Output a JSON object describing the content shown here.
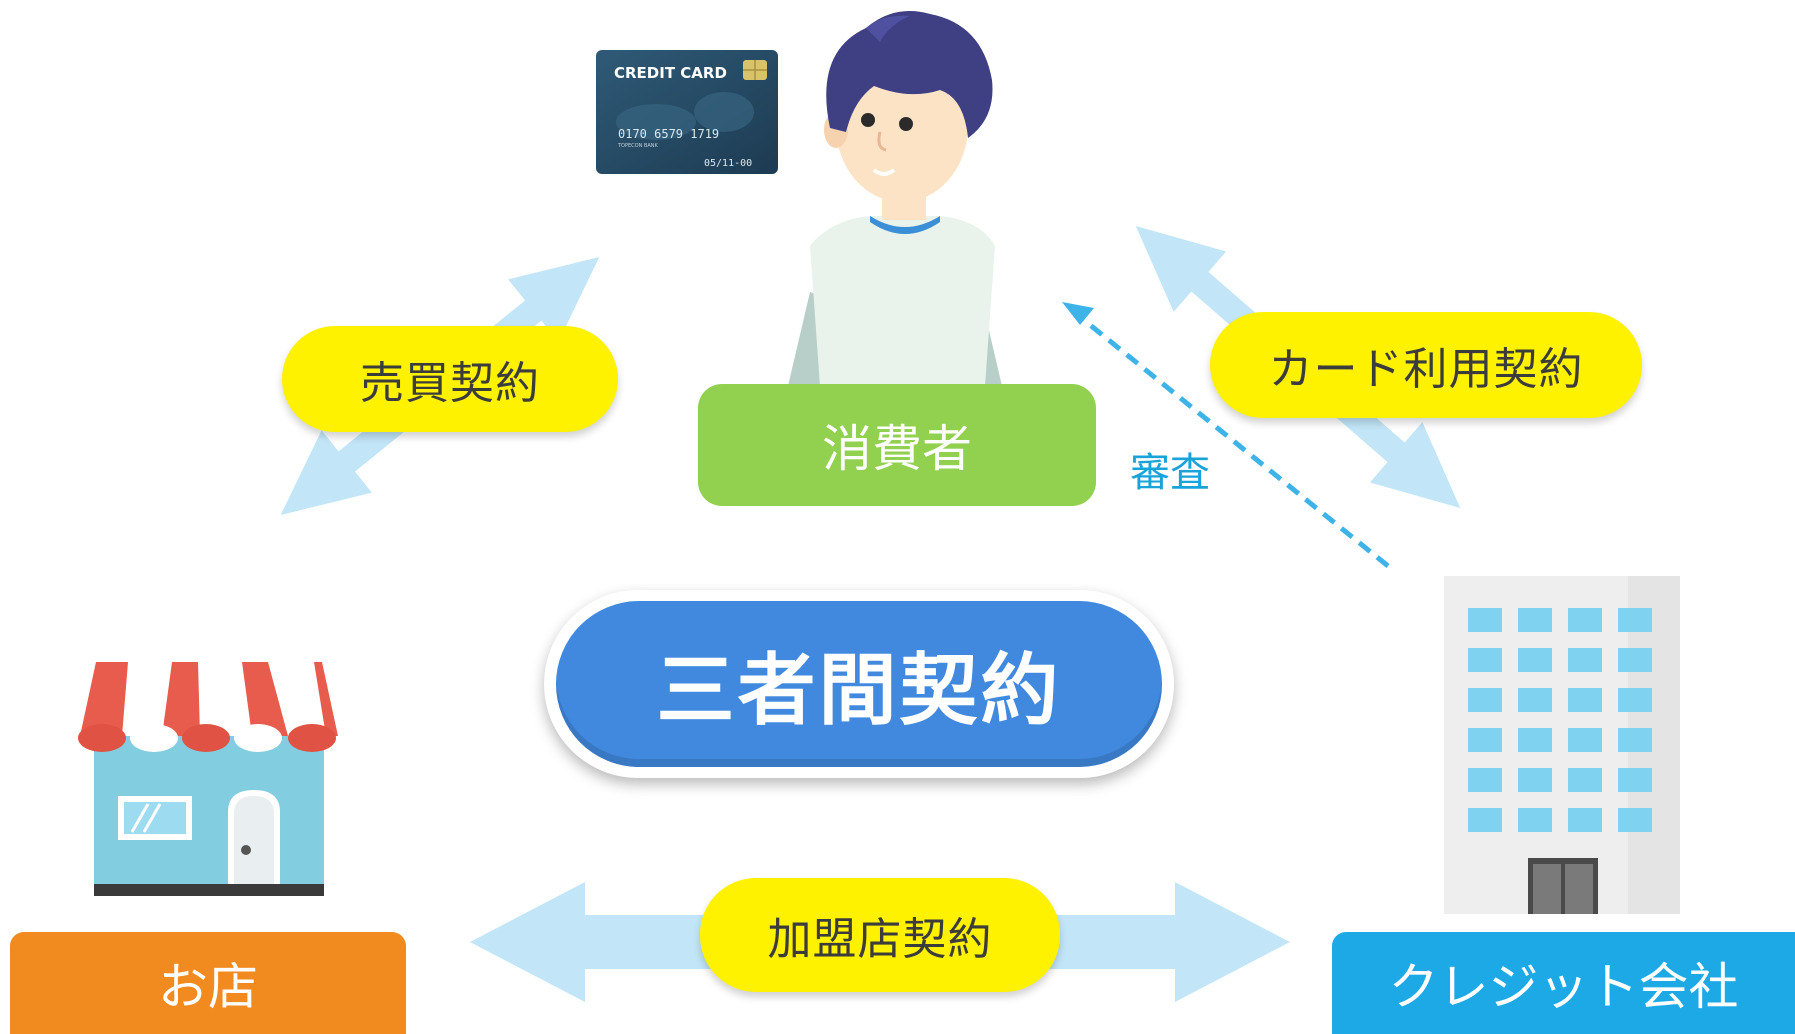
{
  "diagram": {
    "center_label": "三者間契約",
    "parties": {
      "consumer": "消費者",
      "shop": "お店",
      "credit_company": "クレジット会社"
    },
    "contracts": {
      "sales": "売買契約",
      "card_usage": "カード利用契約",
      "merchant": "加盟店契約"
    },
    "review_label": "審査"
  },
  "credit_card": {
    "title": "CREDIT CARD",
    "number": "0170 6579 1719",
    "bank": "TOPECON BANK",
    "expiry": "05/11-00"
  },
  "colors": {
    "consumer": "#92d050",
    "shop": "#f28b1f",
    "credit_company": "#1ca9e6",
    "center": "#4189de",
    "contract_pill": "#fff200",
    "arrow": "#c2e6f8",
    "review_arrow": "#3db3e8"
  }
}
